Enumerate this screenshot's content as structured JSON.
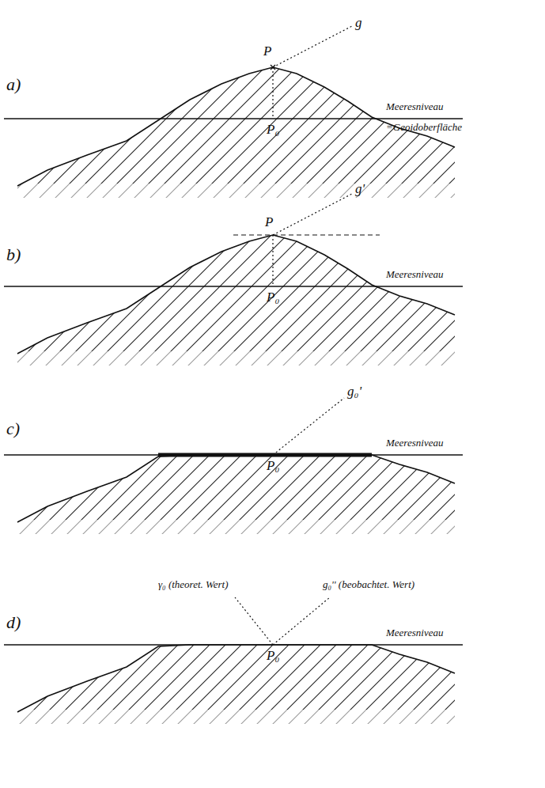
{
  "diagram": {
    "labels": [
      "a)",
      "P",
      "g",
      "Meeresniveau",
      "=Geoidoberfläche",
      "P₀",
      "b)",
      "P",
      "g'",
      "Meeresniveau",
      "P₀",
      "c)",
      "g₀'",
      "Meeresniveau",
      "P₀",
      "d)",
      "γ₀ (theoret. Wert)",
      "g₀'' (beobachtet. Wert)",
      "Meeresniveau",
      "P₀"
    ]
  }
}
